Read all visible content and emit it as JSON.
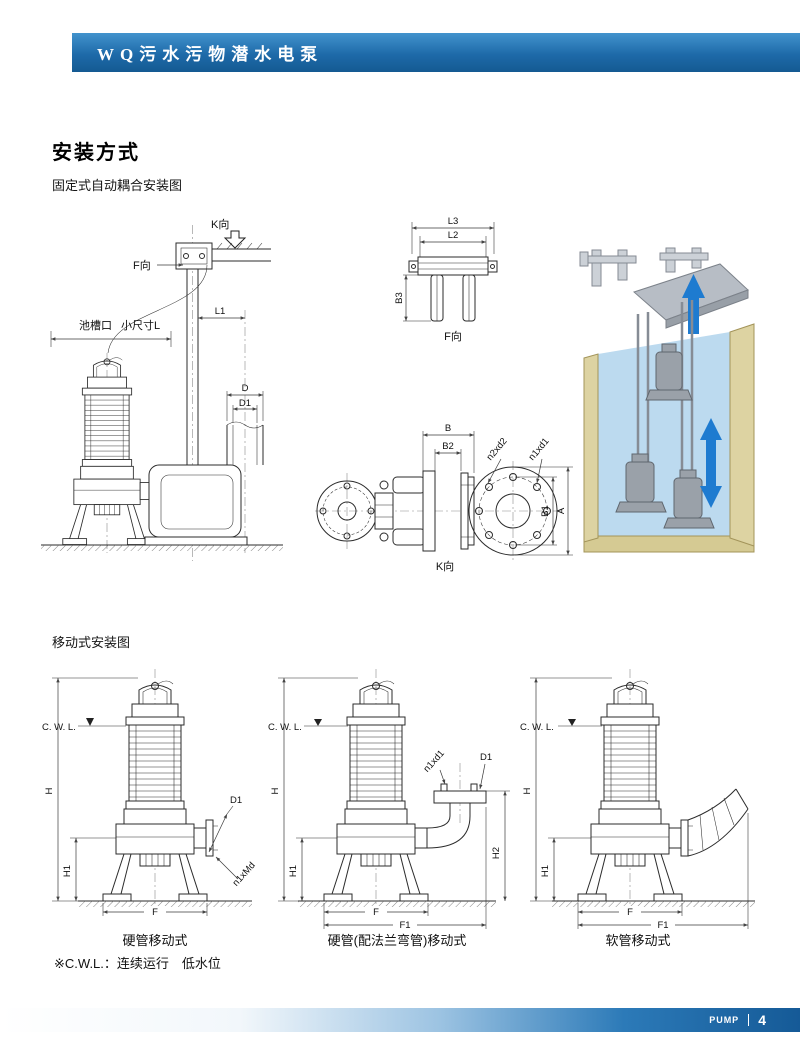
{
  "header": {
    "title": "WQ污水污物潜水电泵"
  },
  "sections": {
    "main_title": "安装方式",
    "fixed_subtitle": "固定式自动耦合安装图",
    "mobile_subtitle": "移动式安装图",
    "note": "※C.W.L.：连续运行　低水位"
  },
  "fixed_labels": {
    "k_view": "K向",
    "f_view": "F向",
    "l1": "L1",
    "tank_opening": "池槽口",
    "min_size": "小尺寸L",
    "d": "D",
    "d1": "D1",
    "l3": "L3",
    "l2": "L2",
    "b3": "B3",
    "f_view2": "F向",
    "b": "B",
    "b2": "B2",
    "n2xd2": "n2xd2",
    "n1xd1": "n1xd1",
    "b1": "B1",
    "a": "A",
    "k_view2": "K向"
  },
  "mobile": {
    "pump1": {
      "caption": "硬管移动式",
      "cwl": "C. W. L.",
      "h": "H",
      "h1": "H1",
      "f": "F",
      "d1": "D1",
      "n1xmd": "n1xMd"
    },
    "pump2": {
      "caption": "硬管(配法兰弯管)移动式",
      "cwl": "C. W. L.",
      "h": "H",
      "h1": "H1",
      "f": "F",
      "f1": "F1",
      "h2": "H2",
      "d1": "D1",
      "n1xd1": "n1xd1"
    },
    "pump3": {
      "caption": "软管移动式",
      "cwl": "C. W. L.",
      "h": "H",
      "h1": "H1",
      "f": "F",
      "f1": "F1"
    }
  },
  "footer": {
    "brand": "PUMP",
    "page": "4"
  }
}
